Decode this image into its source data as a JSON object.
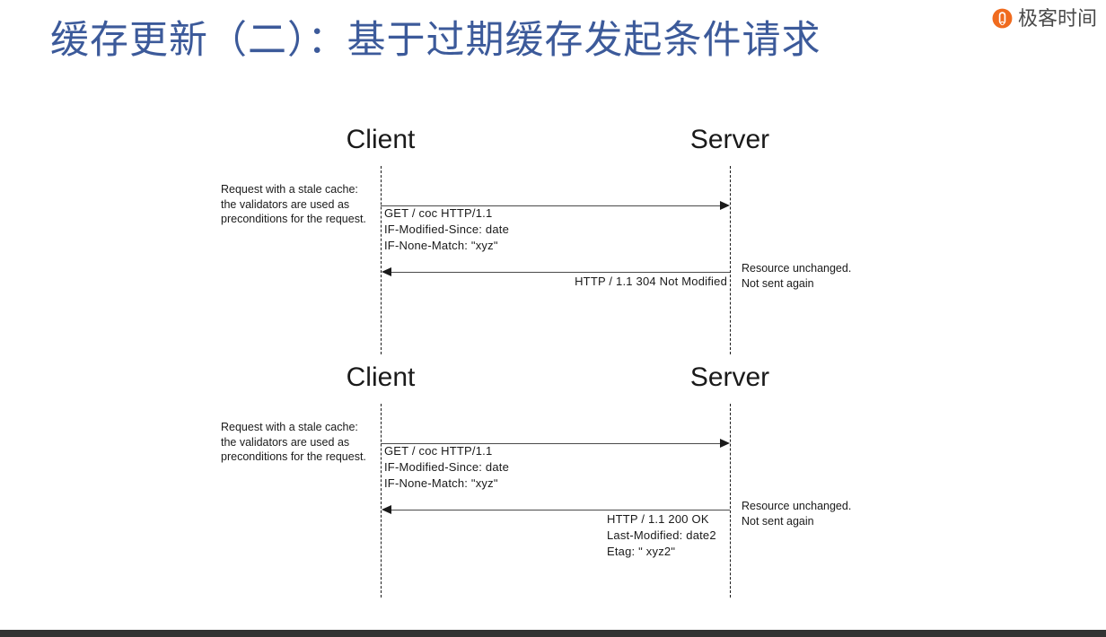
{
  "slide": {
    "title": "缓存更新（二）：基于过期缓存发起条件请求",
    "title_color": "#3c5a9a",
    "background_color": "#ffffff",
    "bottom_bar_color": "#333333"
  },
  "brand": {
    "logo_icon": "geekbang-circle-logo-icon",
    "logo_color": "#f06b1e",
    "name": "极客时间",
    "name_color": "#4a4a4a"
  },
  "diagrams": [
    {
      "id": "diagram-304",
      "client_label": "Client",
      "server_label": "Server",
      "left_note": "Request with a stale cache:\nthe validators are used as\npreconditions for the request.",
      "request_arrow": {
        "direction": "client-to-server",
        "text": "GET   / coc  HTTP/1.1\nIF-Modified-Since:  date\nIF-None-Match:   ʺxyzʺ"
      },
      "response_arrow": {
        "direction": "server-to-client",
        "text": "HTTP / 1.1   304   Not  Modified"
      },
      "right_note": "Resource unchanged.\nNot sent again"
    },
    {
      "id": "diagram-200",
      "client_label": "Client",
      "server_label": "Server",
      "left_note": "Request with a stale cache:\nthe validators are used as\npreconditions for the request.",
      "request_arrow": {
        "direction": "client-to-server",
        "text": "GET   / coc  HTTP/1.1\nIF-Modified-Since:  date\nIF-None-Match:   ʺxyzʺ"
      },
      "response_arrow": {
        "direction": "server-to-client",
        "text": "HTTP / 1.1   200  OK\nLast-Modified:  date2\nEtag:   ʺ  xyz2ʺ"
      },
      "right_note": "Resource unchanged.\nNot sent again"
    }
  ]
}
